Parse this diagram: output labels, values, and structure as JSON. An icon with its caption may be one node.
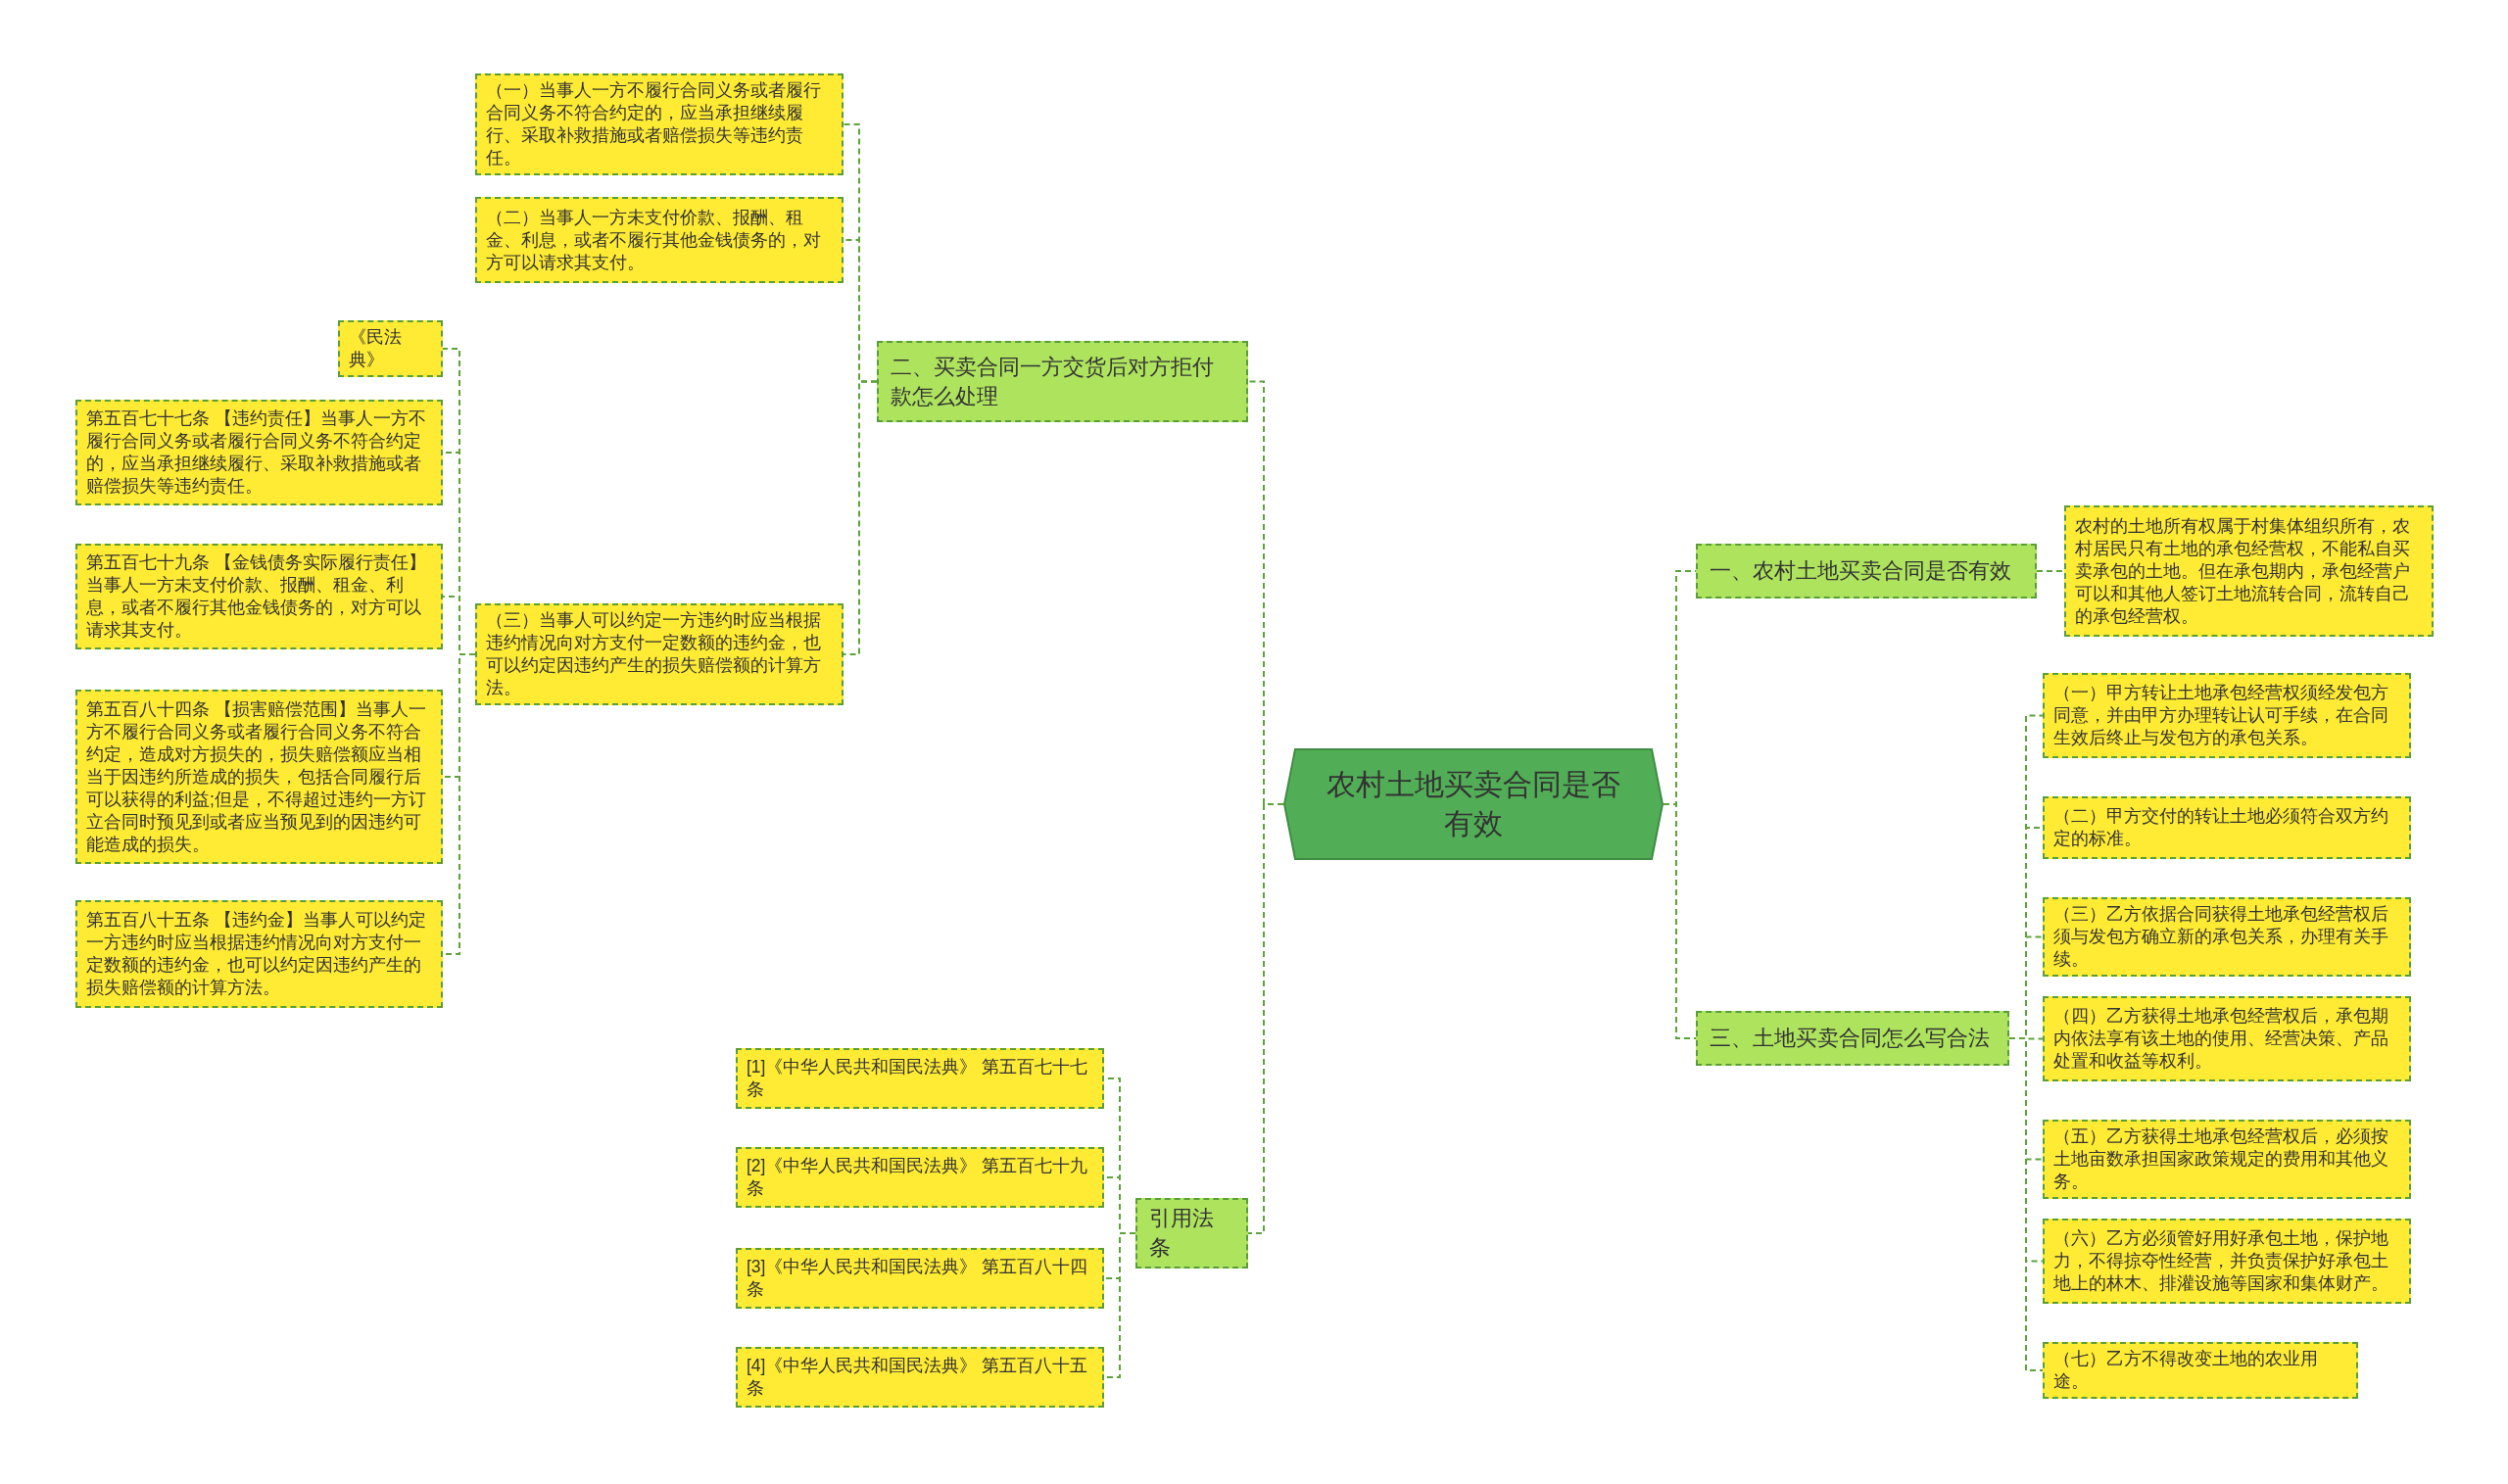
{
  "diagram": {
    "nodes": [
      {
        "text": [
          "农村土地买卖合同是否有效"
        ]
      },
      {
        "text": [
          "二、买卖合同一方交货后对方拒付款怎么处理"
        ]
      },
      {
        "text": [
          "（一）当事人一方不履行合同义务或者履行合同义务不符合约定的，应当承担继续履行、采取补救措施或者赔偿损失等违约责任。"
        ]
      },
      {
        "text": [
          "（二）当事人一方未支付价款、报酬、租金、利息，或者不履行其他金钱债务的，对方可以请求其支付。"
        ]
      },
      {
        "text": [
          "（三）当事人可以约定一方违约时应当根据违约情况向对方支付一定数额的违约金，也可以约定因违约产生的损失赔偿额的计算方法。"
        ]
      },
      {
        "text": [
          "《民法典》"
        ]
      },
      {
        "text": [
          "第五百七十七条 【违约责任】当事人一方不履行合同义务或者履行合同义务不符合约定的，应当承担继续履行、采取补救措施或者赔偿损失等违约责任。"
        ]
      },
      {
        "text": [
          "第五百七十九条 【金钱债务实际履行责任】当事人一方未支付价款、报酬、租金、利息，或者不履行其他金钱债务的，对方可以请求其支付。"
        ]
      },
      {
        "text": [
          "第五百八十四条 【损害赔偿范围】当事人一方不履行合同义务或者履行合同义务不符合约定，造成对方损失的，损失赔偿额应当相当于因违约所造成的损失，包括合同履行后可以获得的利益;但是，不得超过违约一方订立合同时预见到或者应当预见到的因违约可能造成的损失。"
        ]
      },
      {
        "text": [
          "第五百八十五条 【违约金】当事人可以约定一方违约时应当根据违约情况向对方支付一定数额的违约金，也可以约定因违约产生的损失赔偿额的计算方法。"
        ]
      },
      {
        "text": [
          "引用法条"
        ]
      },
      {
        "text": [
          "[1]《中华人民共和国民法典》 第五百七十七条"
        ]
      },
      {
        "text": [
          "[2]《中华人民共和国民法典》 第五百七十九条"
        ]
      },
      {
        "text": [
          "[3]《中华人民共和国民法典》 第五百八十四条"
        ]
      },
      {
        "text": [
          "[4]《中华人民共和国民法典》 第五百八十五条"
        ]
      },
      {
        "text": [
          "一、农村土地买卖合同是否有效"
        ]
      },
      {
        "text": [
          "农村的土地所有权属于村集体组织所有，农村居民只有土地的承包经营权，不能私自买卖承包的土地。但在承包期内，承包经营户可以和其他人签订土地流转合同，流转自己的承包经营权。"
        ]
      },
      {
        "text": [
          "三、土地买卖合同怎么写合法"
        ]
      },
      {
        "text": [
          "（一）甲方转让土地承包经营权须经发包方同意，并由甲方办理转让认可手续，在合同生效后终止与发包方的承包关系。"
        ]
      },
      {
        "text": [
          "（二）甲方交付的转让土地必须符合双方约定的标准。"
        ]
      },
      {
        "text": [
          "（三）乙方依据合同获得土地承包经营权后须与发包方确立新的承包关系，办理有关手续。"
        ]
      },
      {
        "text": [
          "（四）乙方获得土地承包经营权后，承包期内依法享有该土地的使用、经营决策、产品处置和收益等权利。"
        ]
      },
      {
        "text": [
          "（五）乙方获得土地承包经营权后，必须按土地亩数承担国家政策规定的费用和其他义务。"
        ]
      },
      {
        "text": [
          "（六）乙方必须管好用好承包土地，保护地力，不得掠夺性经营，并负责保护好承包土地上的林木、排灌设施等国家和集体财产。"
        ]
      },
      {
        "text": [
          "（七）乙方不得改变土地的农业用途。"
        ]
      }
    ],
    "edges": [
      {
        "from": 0,
        "to": 1,
        "arrow": "none"
      },
      {
        "from": 1,
        "to": 2,
        "arrow": "none"
      },
      {
        "from": 1,
        "to": 3,
        "arrow": "none"
      },
      {
        "from": 1,
        "to": 4,
        "arrow": "none"
      },
      {
        "from": 4,
        "to": 5,
        "arrow": "none"
      },
      {
        "from": 4,
        "to": 6,
        "arrow": "none"
      },
      {
        "from": 4,
        "to": 7,
        "arrow": "none"
      },
      {
        "from": 4,
        "to": 8,
        "arrow": "none"
      },
      {
        "from": 4,
        "to": 9,
        "arrow": "none"
      },
      {
        "from": 0,
        "to": 10,
        "arrow": "none"
      },
      {
        "from": 10,
        "to": 11,
        "arrow": "none"
      },
      {
        "from": 10,
        "to": 12,
        "arrow": "none"
      },
      {
        "from": 10,
        "to": 13,
        "arrow": "none"
      },
      {
        "from": 10,
        "to": 14,
        "arrow": "none"
      },
      {
        "from": 0,
        "to": 15,
        "arrow": "none"
      },
      {
        "from": 15,
        "to": 16,
        "arrow": "none"
      },
      {
        "from": 0,
        "to": 17,
        "arrow": "none"
      },
      {
        "from": 17,
        "to": 18,
        "arrow": "none"
      },
      {
        "from": 17,
        "to": 19,
        "arrow": "none"
      },
      {
        "from": 17,
        "to": 20,
        "arrow": "none"
      },
      {
        "from": 17,
        "to": 21,
        "arrow": "none"
      },
      {
        "from": 17,
        "to": 22,
        "arrow": "none"
      },
      {
        "from": 17,
        "to": 23,
        "arrow": "none"
      },
      {
        "from": 17,
        "to": 24,
        "arrow": "none"
      }
    ]
  }
}
